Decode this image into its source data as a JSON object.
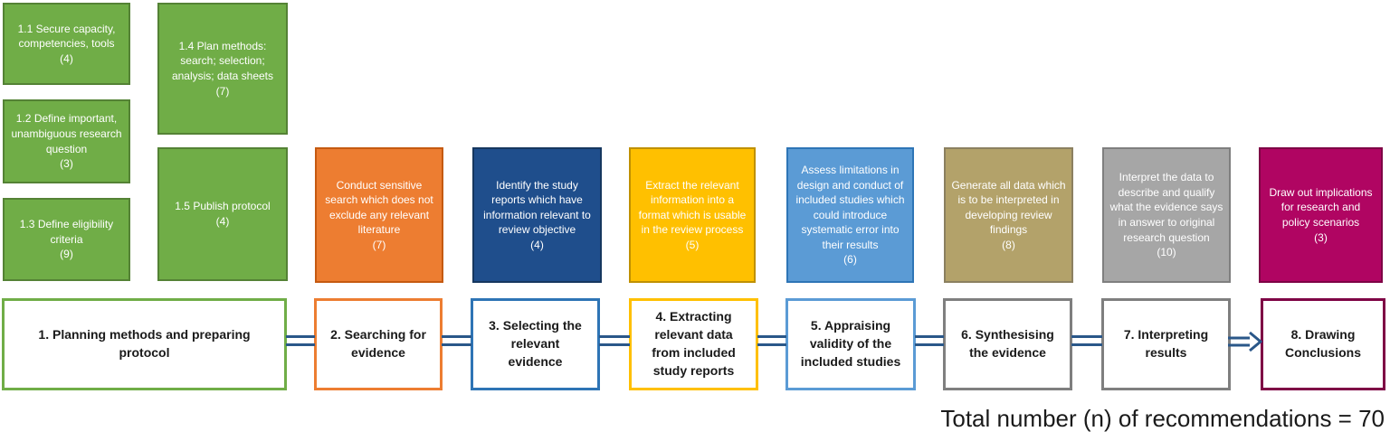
{
  "colors": {
    "green": "#70AD47",
    "green-border": "#548235",
    "orange": "#ED7D31",
    "orange-border": "#C55A11",
    "navy": "#1F4E8C",
    "navy-border": "#16375F",
    "gold": "#FFC000",
    "gold-border": "#BF9000",
    "blue": "#5B9BD5",
    "blue-border": "#2E75B6",
    "tan": "#B3A26A",
    "tan-border": "#8B8060",
    "gray": "#A6A6A6",
    "gray-border": "#7F7F7F",
    "magenta": "#B00562",
    "magenta-border": "#7E0345",
    "blue-mid": "#2E74B5",
    "connector": "#2A5789",
    "text-dark": "#1A1A1A"
  },
  "planning_boxes": [
    {
      "label": "1.1 Secure capacity, competencies, tools",
      "count": "(4)"
    },
    {
      "label": "1.2 Define important, unambiguous research question",
      "count": "(3)"
    },
    {
      "label": "1.3 Define eligibility criteria",
      "count": "(9)"
    },
    {
      "label": "1.4 Plan methods: search; selection; analysis; data sheets",
      "count": "(7)"
    },
    {
      "label": "1.5 Publish protocol",
      "count": "(4)"
    }
  ],
  "task_boxes": [
    {
      "label": "Conduct sensitive search which does not exclude any relevant literature",
      "count": "(7)",
      "color": "orange"
    },
    {
      "label": "Identify the study reports which have information relevant to review objective",
      "count": "(4)",
      "color": "navy"
    },
    {
      "label": "Extract the relevant information into a format which is usable in the review process",
      "count": "(5)",
      "color": "gold"
    },
    {
      "label": "Assess limitations in design and conduct of included studies which could introduce systematic error into their results",
      "count": "(6)",
      "color": "blue"
    },
    {
      "label": "Generate all data which is to be interpreted in developing review findings",
      "count": "(8)",
      "color": "tan"
    },
    {
      "label": "Interpret the data to describe and qualify what the evidence says in answer to original research question",
      "count": "(10)",
      "color": "gray"
    },
    {
      "label": "Draw out implications for research and policy scenarios",
      "count": "(3)",
      "color": "magenta"
    }
  ],
  "stage_boxes": [
    {
      "label": "1. Planning methods and preparing protocol",
      "border": "green"
    },
    {
      "label": "2. Searching for evidence",
      "border": "orange"
    },
    {
      "label": "3. Selecting the relevant evidence",
      "border": "blue-mid"
    },
    {
      "label": "4. Extracting relevant data from included study reports",
      "border": "gold"
    },
    {
      "label": "5. Appraising validity of the included studies",
      "border": "blue"
    },
    {
      "label": "6. Synthesising the evidence",
      "border": "gray"
    },
    {
      "label": "7. Interpreting results",
      "border": "gray"
    },
    {
      "label": "8. Drawing Conclusions",
      "border": "magenta"
    }
  ],
  "footer": {
    "total_label": "Total number (n) of recommendations = 70"
  }
}
